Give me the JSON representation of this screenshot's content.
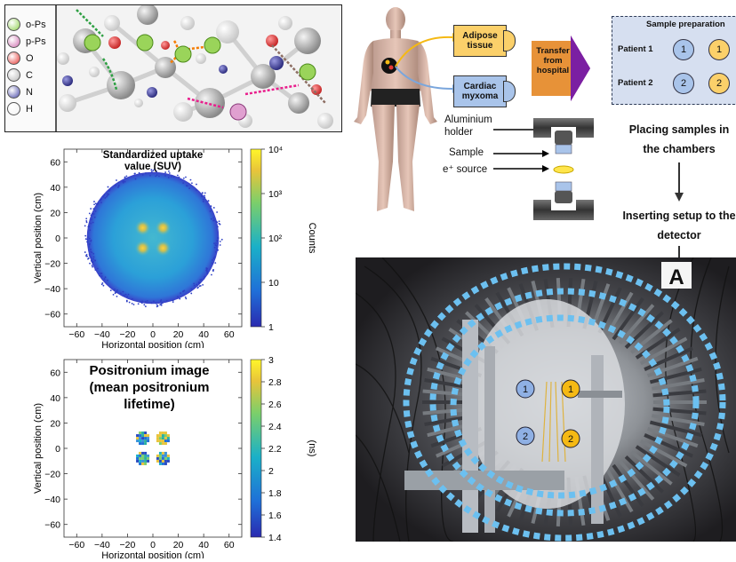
{
  "legend": {
    "items": [
      {
        "label": "o-Ps",
        "color": "#8fd14f"
      },
      {
        "label": "p-Ps",
        "color": "#d070b0"
      },
      {
        "label": "O",
        "color": "#e53935"
      },
      {
        "label": "C",
        "color": "#b9b9b9"
      },
      {
        "label": "N",
        "color": "#4a4aa8"
      },
      {
        "label": "H",
        "color": "#f2f2f2"
      }
    ]
  },
  "tissues": {
    "adipose": "Adipose tissue",
    "cardiac": "Cardiac myxoma",
    "adipose_color": "#fbd06a",
    "cardiac_color": "#a9c4ea"
  },
  "transfer": {
    "label": "Transfer from hospital",
    "color": "#9c27b0"
  },
  "sample_prep": {
    "title": "Sample preparation",
    "patients": [
      {
        "label": "Patient 1",
        "a": "1",
        "b": "1"
      },
      {
        "label": "Patient 2",
        "a": "2",
        "b": "2"
      }
    ]
  },
  "holder": {
    "aluminium": "Aluminium holder",
    "sample": "Sample",
    "source": "e⁺ source"
  },
  "steps": {
    "placing": "Placing samples in the chambers",
    "inserting": "Inserting setup to the detector"
  },
  "photo": {
    "letter": "A",
    "markers": [
      {
        "label": "1",
        "color": "#8fb0e4"
      },
      {
        "label": "1",
        "color": "#f5b914"
      },
      {
        "label": "2",
        "color": "#8fb0e4"
      },
      {
        "label": "2",
        "color": "#f5b914"
      }
    ]
  },
  "chart_data": [
    {
      "type": "heatmap",
      "title": "Standardized uptake value (SUV)",
      "xlabel": "Horizontal position (cm)",
      "ylabel": "Vertical position (cm)",
      "xlim": [
        -70,
        70
      ],
      "ylim": [
        -70,
        70
      ],
      "xticks": [
        "−60",
        "−40",
        "−20",
        "0",
        "20",
        "40",
        "60"
      ],
      "yticks": [
        "60",
        "40",
        "20",
        "0",
        "−20",
        "−40",
        "−60"
      ],
      "colorbar": {
        "label": "Counts",
        "scale": "log",
        "range": [
          1,
          10000
        ],
        "ticks": [
          "10⁴",
          "10³",
          "10²",
          "10",
          "1"
        ]
      },
      "disk_radius_cm": 52,
      "hotspots": [
        {
          "x": -8,
          "y": 8
        },
        {
          "x": 8,
          "y": 8
        },
        {
          "x": -8,
          "y": -8
        },
        {
          "x": 8,
          "y": -8
        }
      ]
    },
    {
      "type": "heatmap",
      "title": "Positronium image (mean positronium lifetime)",
      "xlabel": "Horizontal position (cm)",
      "ylabel": "Vertical position (cm)",
      "xlim": [
        -70,
        70
      ],
      "ylim": [
        -70,
        70
      ],
      "xticks": [
        "−60",
        "−40",
        "−20",
        "0",
        "20",
        "40",
        "60"
      ],
      "yticks": [
        "60",
        "40",
        "20",
        "0",
        "−20",
        "−40",
        "−60"
      ],
      "colorbar": {
        "label": "(ns)",
        "range": [
          1.4,
          3.0
        ],
        "ticks": [
          "3",
          "2.8",
          "2.6",
          "2.4",
          "2.2",
          "2",
          "1.8",
          "1.6",
          "1.4"
        ]
      },
      "blobs": [
        {
          "x": -8,
          "y": 8
        },
        {
          "x": 8,
          "y": 8
        },
        {
          "x": -8,
          "y": -8
        },
        {
          "x": 8,
          "y": -8
        }
      ]
    }
  ]
}
